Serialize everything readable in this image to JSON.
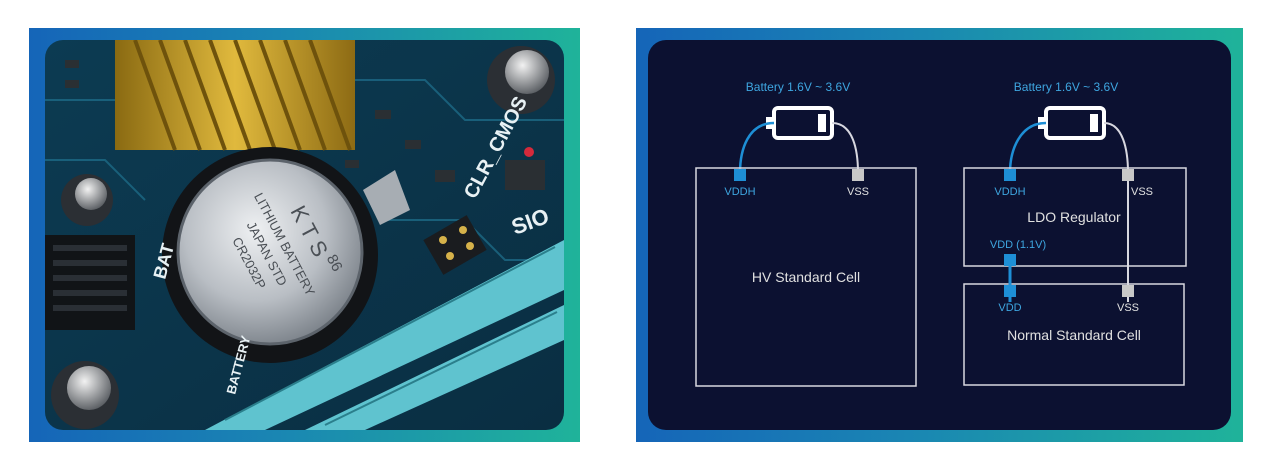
{
  "photo": {
    "battery_text": {
      "line1": "K T S",
      "line2": "LITHIUM BATTERY",
      "line3": "JAPAN STD",
      "line4": "CR2032P",
      "code": "86"
    },
    "board_labels": {
      "clr_cmos": "CLR_CMOS",
      "bat": "BAT",
      "battery": "BATTERY",
      "sio": "SIO"
    }
  },
  "diagram": {
    "left": {
      "battery_label": "Battery  1.6V ~ 3.6V",
      "vddh": "VDDH",
      "vss": "VSS",
      "cell": "HV Standard Cell"
    },
    "right": {
      "battery_label": "Battery  1.6V ~ 3.6V",
      "vddh": "VDDH",
      "vss_top": "VSS",
      "regulator": "LDO Regulator",
      "vdd_out": "VDD (1.1V)",
      "vdd_in": "VDD",
      "vss_bottom": "VSS",
      "cell": "Normal Standard Cell"
    },
    "colors": {
      "background": "#0c1131",
      "accent_blue": "#1e8fd6",
      "grey_pin": "#c8c8c8",
      "label_blue": "#3ea6e0",
      "box_stroke": "#d8d8e0"
    }
  }
}
